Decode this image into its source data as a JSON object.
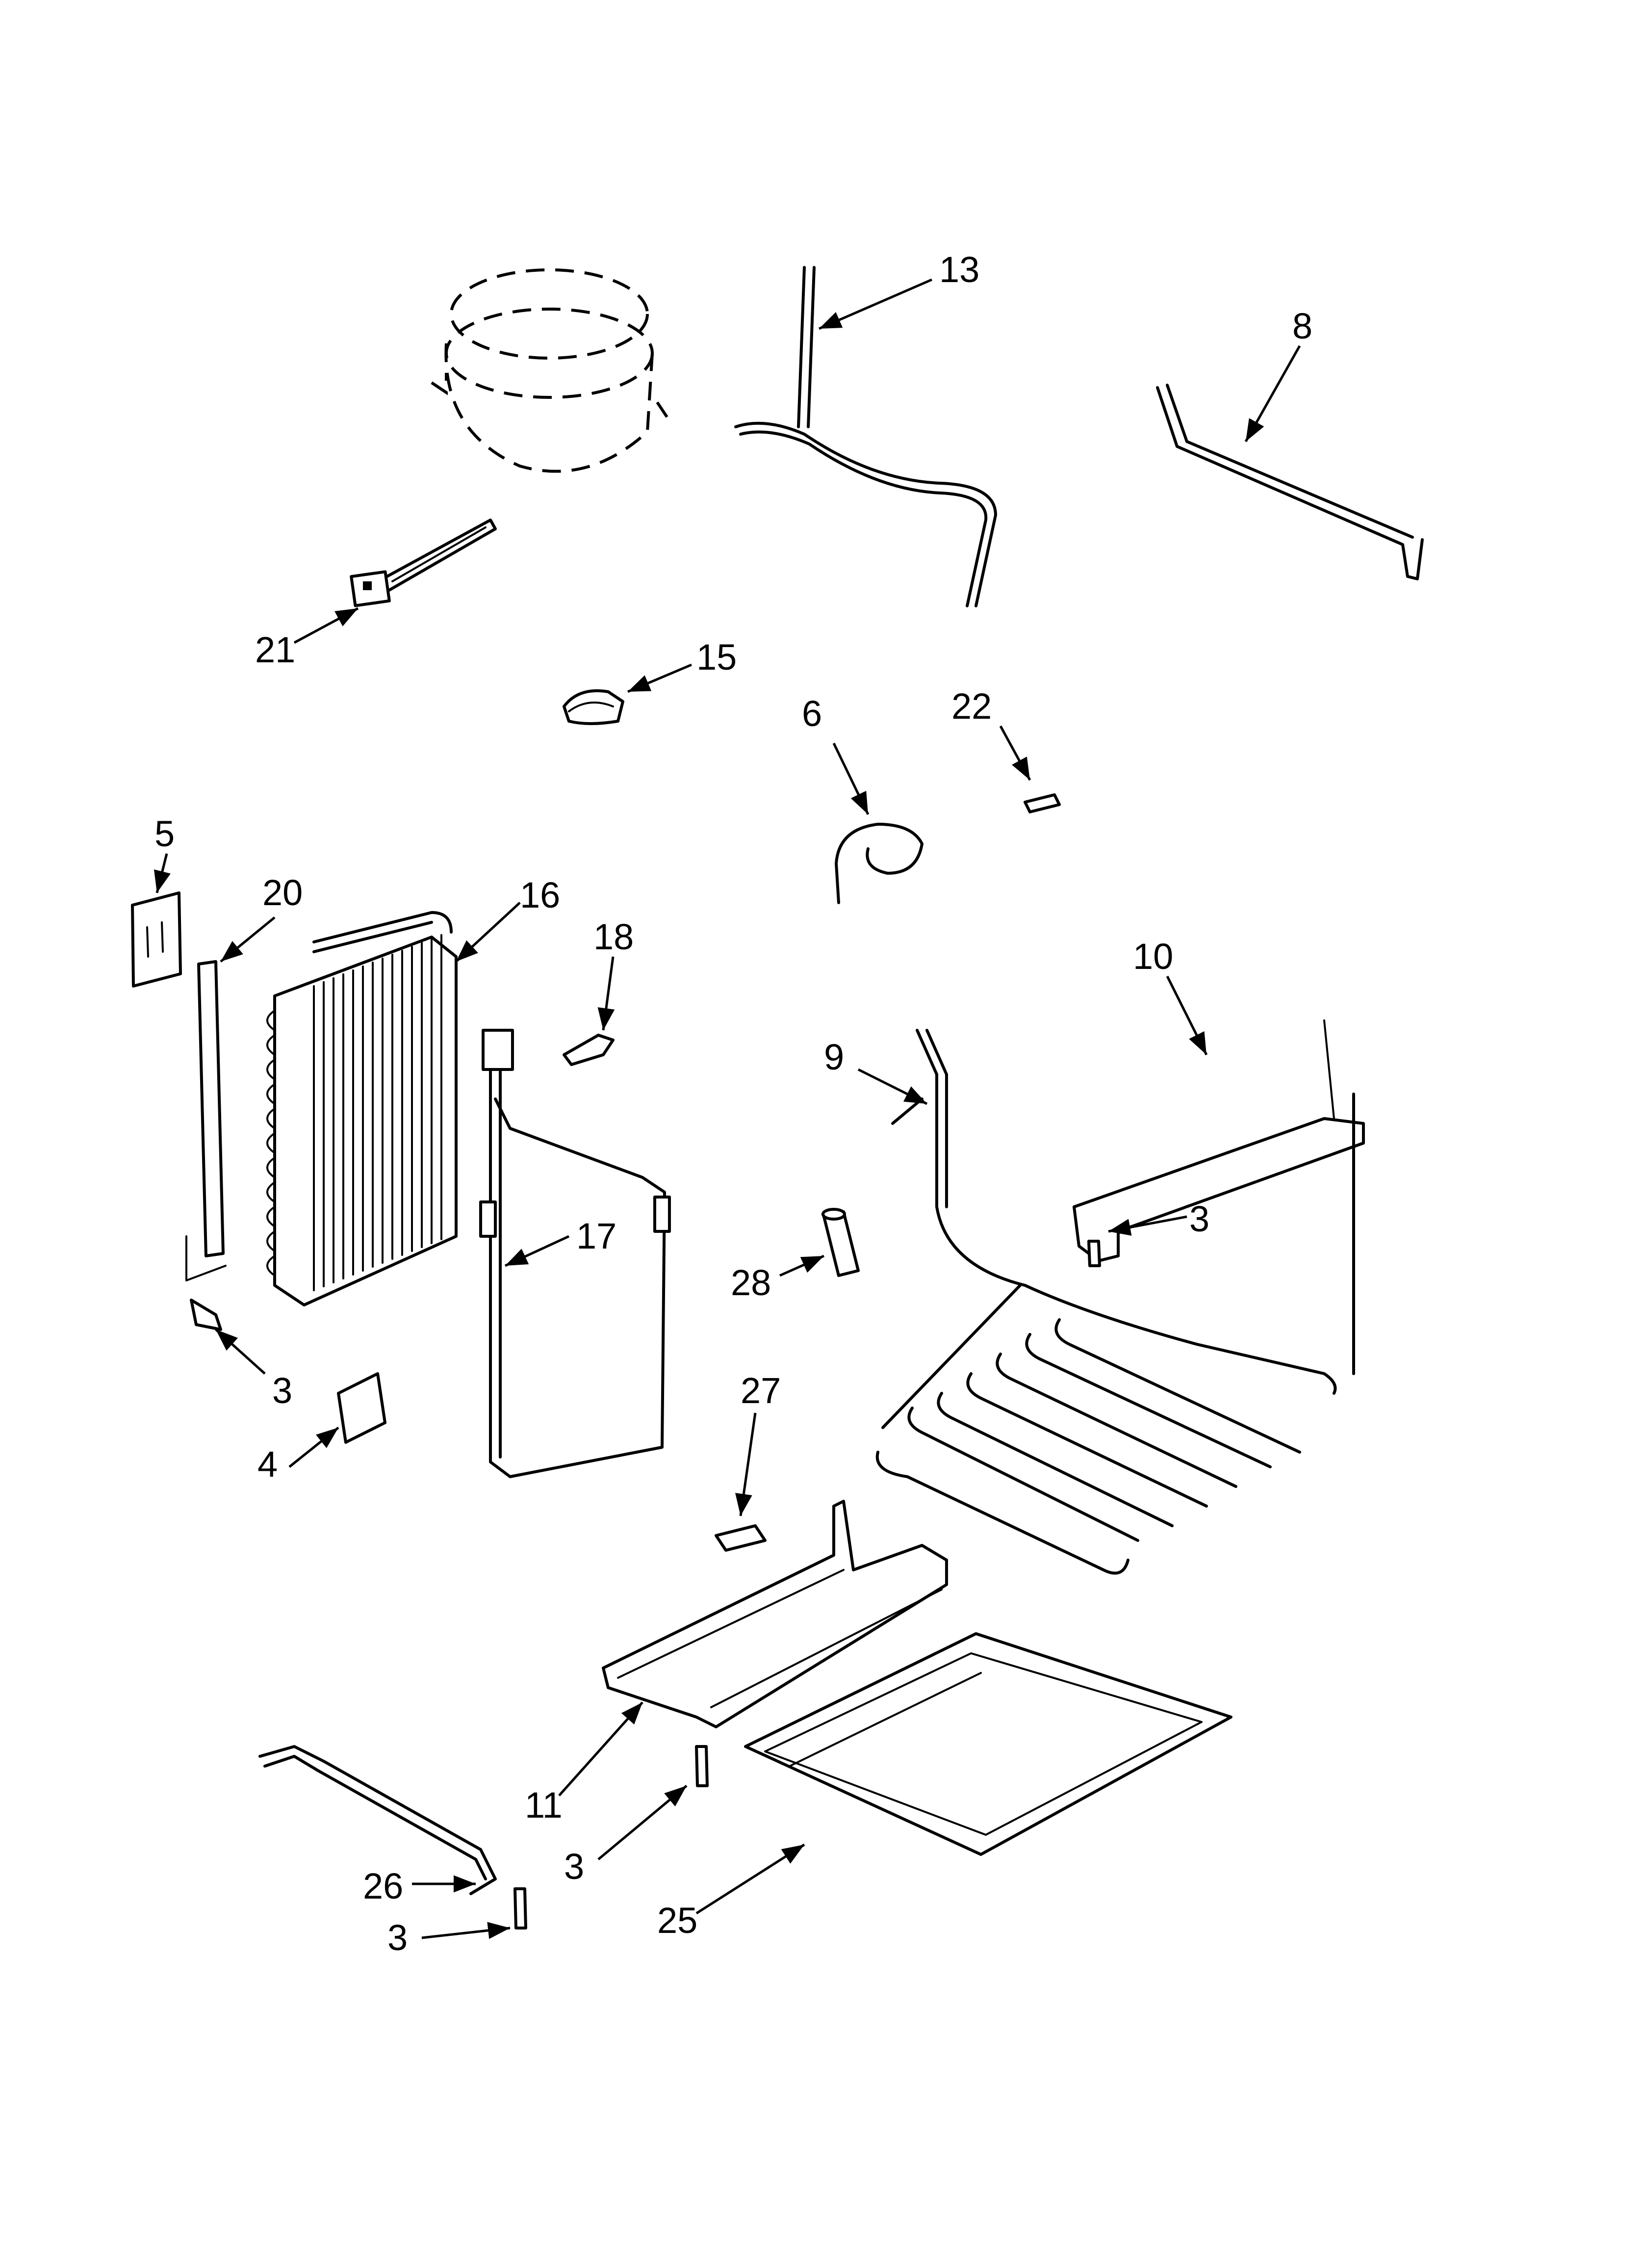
{
  "diagram": {
    "callouts": {
      "c13": "13",
      "c8": "8",
      "c21": "21",
      "c15": "15",
      "c6": "6",
      "c22": "22",
      "c5": "5",
      "c20": "20",
      "c16": "16",
      "c18": "18",
      "c10": "10",
      "c9": "9",
      "c3a": "3",
      "c17": "17",
      "c28": "28",
      "c3b": "3",
      "c4": "4",
      "c27": "27",
      "c11": "11",
      "c3c": "3",
      "c25": "25",
      "c26": "26",
      "c3d": "3"
    }
  }
}
